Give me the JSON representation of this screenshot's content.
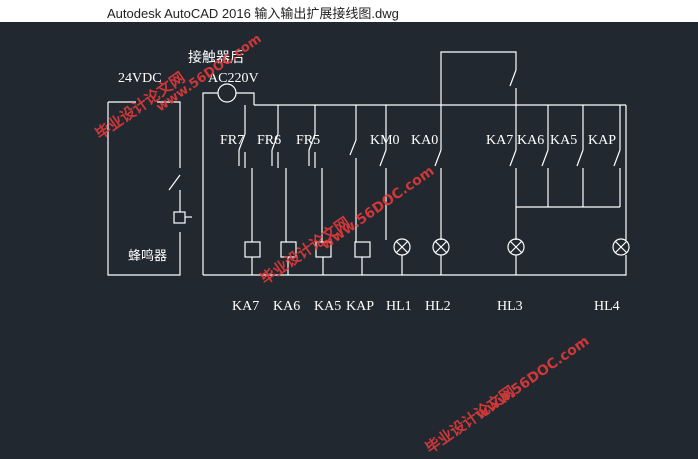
{
  "window": {
    "title": "Autodesk AutoCAD 2016    输入输出扩展接线图.dwg"
  },
  "drawing": {
    "supply_left": "24VDC",
    "supply_right": "AC220V",
    "contactor_note": "接触器后",
    "buzzer": "蜂鸣器",
    "contact_labels": [
      "FR7",
      "FR6",
      "FR5",
      "KM0",
      "KA0",
      "KA7",
      "KA6",
      "KA5",
      "KAP"
    ],
    "load_labels": [
      "KA7",
      "KA6",
      "KA5",
      "KAP",
      "HL1",
      "HL2",
      "HL3",
      "HL4"
    ]
  },
  "watermark": {
    "text": "毕业设计论文网",
    "site": "www.56DOC.com"
  },
  "colors": {
    "background": "#212830",
    "lines": "#ffffff",
    "watermark": "#e23a3a"
  }
}
